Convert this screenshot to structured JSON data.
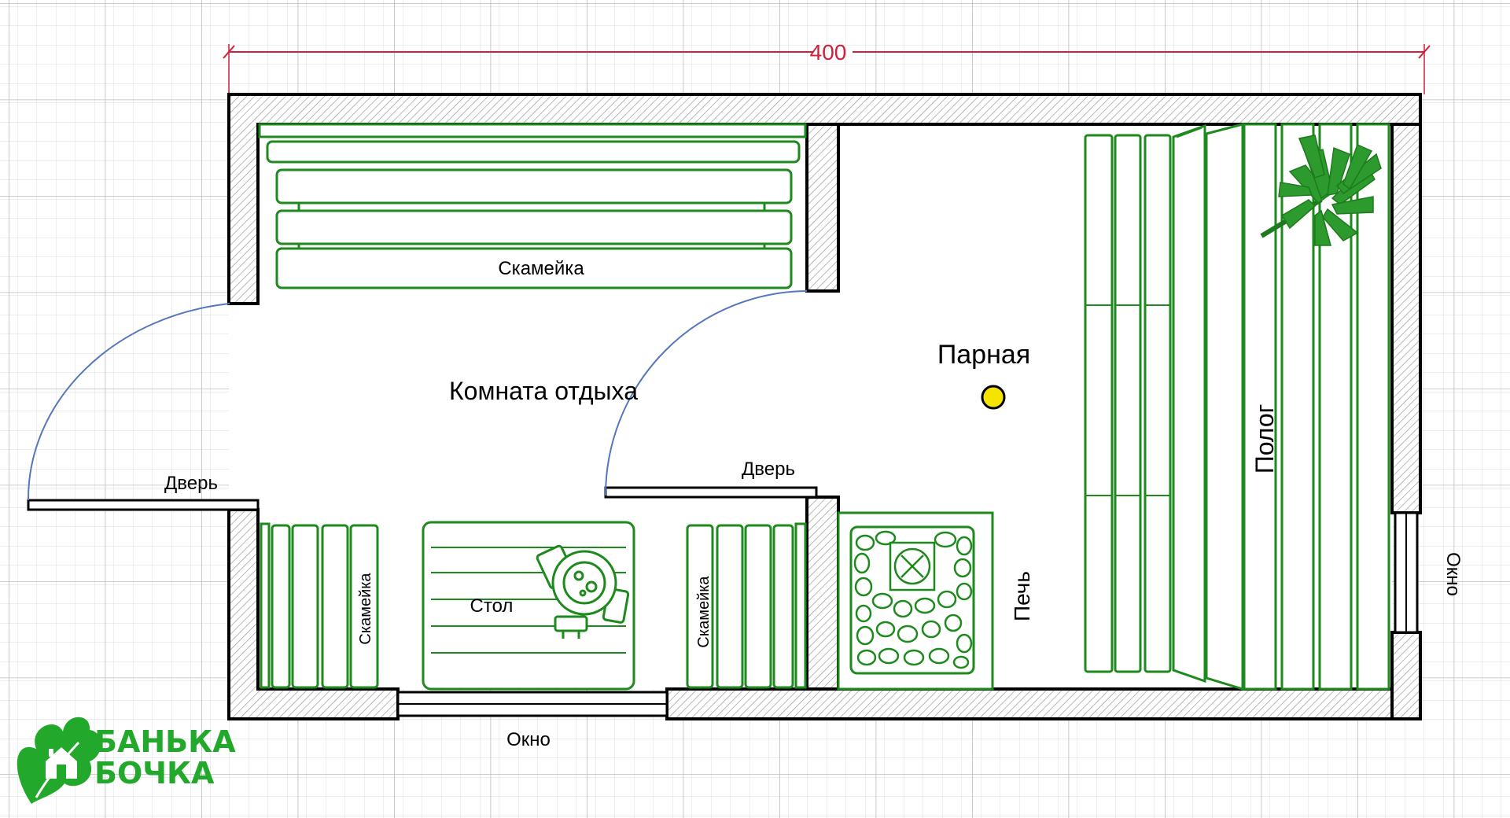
{
  "dimension": {
    "value": "400"
  },
  "rooms": {
    "rest_room": "Комната отдыха",
    "steam_room": "Парная"
  },
  "labels": {
    "bench_top": "Скамейка",
    "bench_left": "Скамейка",
    "bench_right": "Скамейка",
    "table": "Стол",
    "door_outer": "Дверь",
    "door_inner": "Дверь",
    "window_bottom": "Окно",
    "window_right": "Окно",
    "stove": "Печь",
    "polog": "Полог"
  },
  "logo": {
    "line1": "БАНЬКА",
    "line2": "БОЧКА",
    "icon": "leaf-house-icon"
  },
  "colors": {
    "wall": "#000000",
    "hatch": "#9a9a9a",
    "furniture": "#1e8a1e",
    "door_arc": "#5577bb",
    "dimension": "#d0203a",
    "grid": "#c8c8c8",
    "marker": "#f5e400",
    "logo": "#22a82a"
  }
}
